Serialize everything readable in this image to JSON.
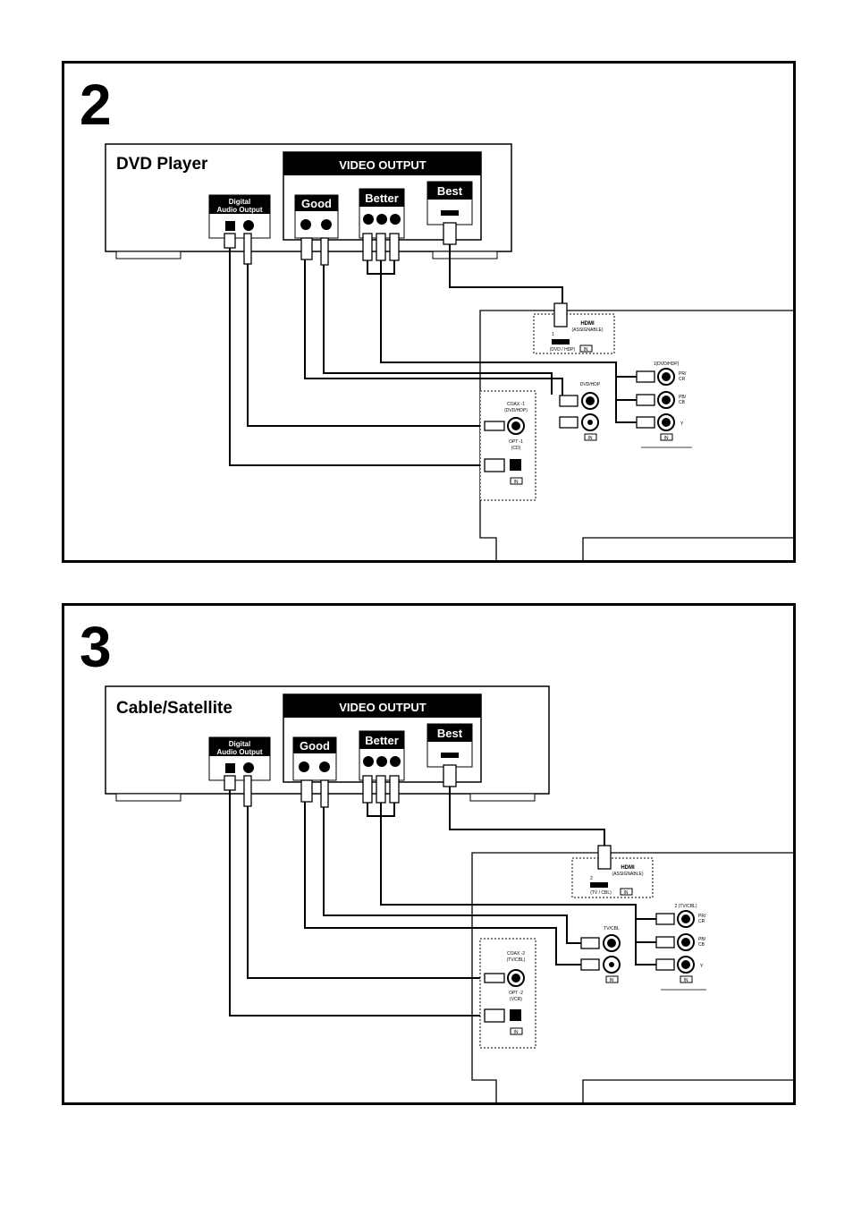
{
  "steps": [
    {
      "number": "2",
      "device": "DVD Player",
      "video_output": "VIDEO OUTPUT",
      "good": "Good",
      "better": "Better",
      "best": "Best",
      "digital_audio": [
        "Digital",
        "Audio Output"
      ],
      "hdmi_title": "HDMI",
      "hdmi_sub": "(ASSIGNABLE)",
      "hdmi_num": "1",
      "hdmi_source": "(DVD / HDP)",
      "in_label": "IN",
      "video_jack": "DVD/HDP",
      "component_title": "1(DVD/HDP)",
      "pr": [
        "PR/",
        "CR"
      ],
      "pb": [
        "PB/",
        "CB"
      ],
      "y": "Y",
      "coax": [
        "COAX -1",
        "(DVD/HDP)"
      ],
      "opt": [
        "OPT -1",
        "(CD)"
      ]
    },
    {
      "number": "3",
      "device": "Cable/Satellite",
      "video_output": "VIDEO OUTPUT",
      "good": "Good",
      "better": "Better",
      "best": "Best",
      "digital_audio": [
        "Digital",
        "Audio Output"
      ],
      "hdmi_title": "HDMI",
      "hdmi_sub": "(ASSIGNABLE)",
      "hdmi_num": "2",
      "hdmi_source": "(TV / CBL)",
      "in_label": "IN",
      "video_jack": "TV/CBL",
      "component_title": "2 (TV/CBL)",
      "pr": [
        "PR/",
        "CR"
      ],
      "pb": [
        "PB/",
        "CB"
      ],
      "y": "Y",
      "coax": [
        "COAX -2",
        "(TV/CBL)"
      ],
      "opt": [
        "OPT -2",
        "(VCR)"
      ]
    }
  ]
}
